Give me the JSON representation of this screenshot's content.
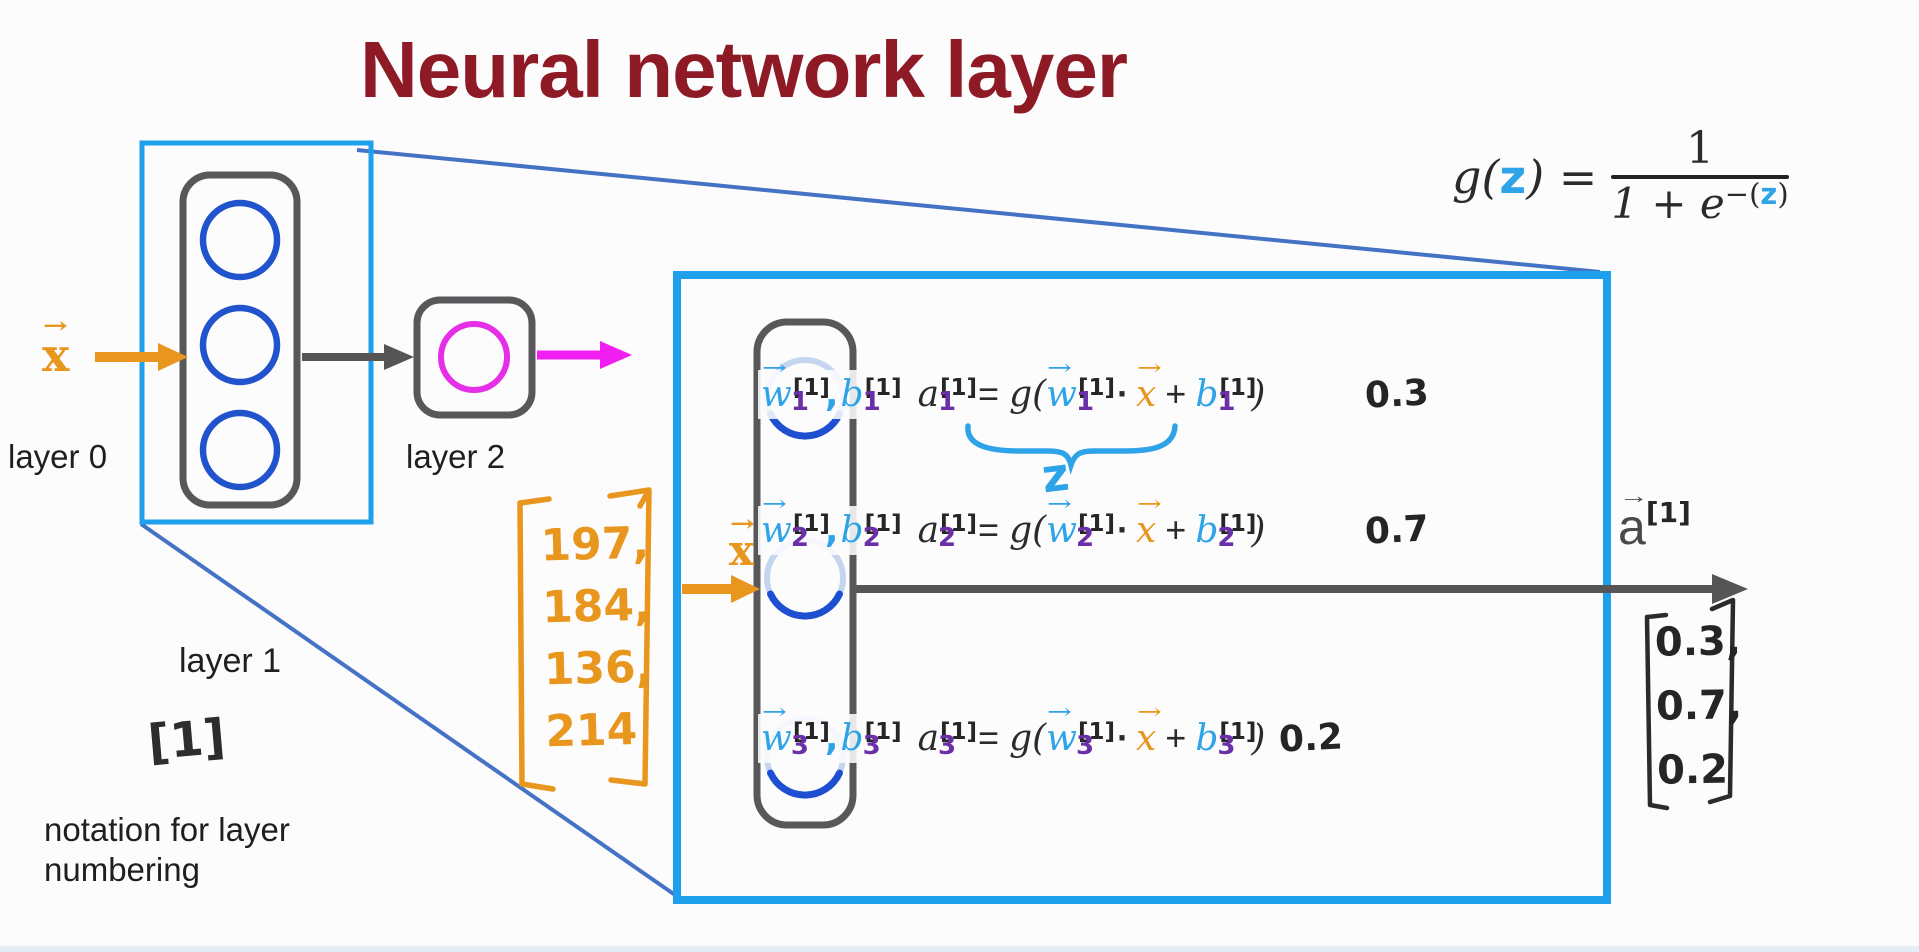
{
  "title": "Neural network layer",
  "colors": {
    "title_red": "#8e1a26",
    "box_blue": "#1fa0ec",
    "zoomline_blue": "#4472c4",
    "neuron_blue": "#2153cc",
    "faded_ring": "#c5d5f0",
    "faded_arc_blue": "#1e4fd0",
    "magenta": "#e62ee6",
    "orange": "#e8961e",
    "light_blue_math": "#2fa3e8",
    "purple_sub": "#6b2fa8",
    "shape_gray": "#58585a",
    "arrow_gray": "#555555"
  },
  "icons": {
    "vec_arrow": "→"
  },
  "sigmoid": {
    "g": "g",
    "open": "(",
    "z": "z",
    "close_eq": ") =",
    "num": "1",
    "den_base": "1 + e",
    "exp_open": "−(",
    "exp_z": "z",
    "exp_close": ")"
  },
  "left_diagram": {
    "x_label": "x",
    "layer0_label": "layer 0",
    "layer2_label": "layer 2",
    "layer1_label": "layer 1",
    "notation_superscript": "[1]",
    "caption_line1": "notation for layer",
    "caption_line2": "numbering"
  },
  "matrix": {
    "values": [
      "197,",
      "184,",
      "136,",
      "214"
    ]
  },
  "detail": {
    "x_label": "x",
    "z_label": "z",
    "tokens": {
      "w": "w",
      "b": "b",
      "a": "a",
      "comma": ",",
      "equals": "=",
      "g_open": "g(",
      "close": ")",
      "dot": "·",
      "plus": "+",
      "x": "x",
      "sup": "[1]"
    },
    "rows": [
      {
        "sub": "1",
        "value": "0.3"
      },
      {
        "sub": "2",
        "value": "0.7"
      },
      {
        "sub": "3",
        "value": "0.2"
      }
    ]
  },
  "output": {
    "a_label": "a",
    "superscript": "[1]",
    "vector": [
      "0.3,",
      "0.7,",
      "0.2"
    ]
  }
}
